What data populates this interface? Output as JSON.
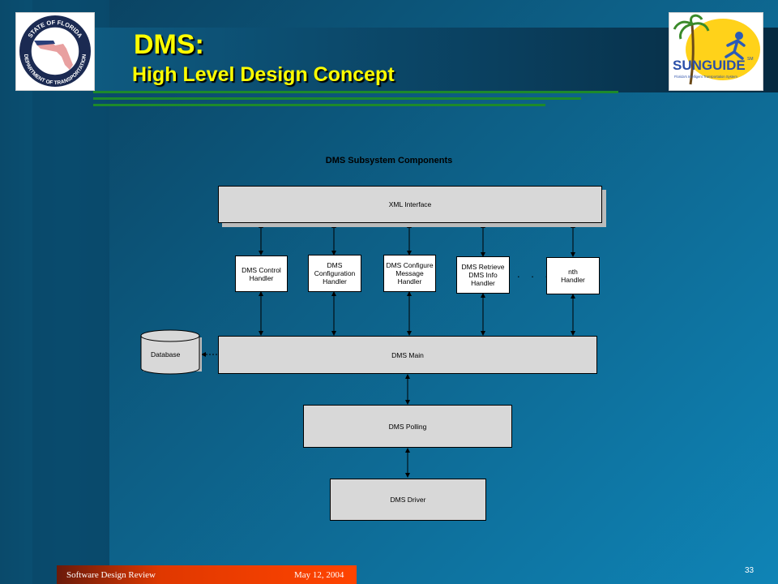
{
  "slide": {
    "title": "DMS:",
    "subtitle": "High Level Design Concept"
  },
  "diagram": {
    "title": "DMS Subsystem Components",
    "nodes": {
      "xml_interface": "XML Interface",
      "control_handler": "DMS Control\nHandler",
      "configuration_handler": "DMS\nConfiguration\nHandler",
      "configure_message_handler": "DMS Configure\nMessage\nHandler",
      "retrieve_info_handler": "DMS Retrieve\nDMS Info\nHandler",
      "nth_handler": "nth\nHandler",
      "database": "Database",
      "dms_main": "DMS Main",
      "dms_polling": "DMS Polling",
      "dms_driver": "DMS Driver"
    },
    "ellipsis": ". . ."
  },
  "logos": {
    "left": {
      "arc_top": "STATE OF FLORIDA",
      "arc_bottom": "DEPARTMENT OF TRANSPORTATION"
    },
    "right": {
      "name": "SUNGUIDE",
      "mark": "SM",
      "tagline": "Florida's Intelligent Transportation System"
    }
  },
  "footer": {
    "left": "Software Design Review",
    "date": "May 12, 2004",
    "page": "33"
  },
  "colors": {
    "title": "#ffff00",
    "rule": "#1d8a2a",
    "box_fill": "#d8d8d8",
    "footer_bar": "#ff4400"
  }
}
